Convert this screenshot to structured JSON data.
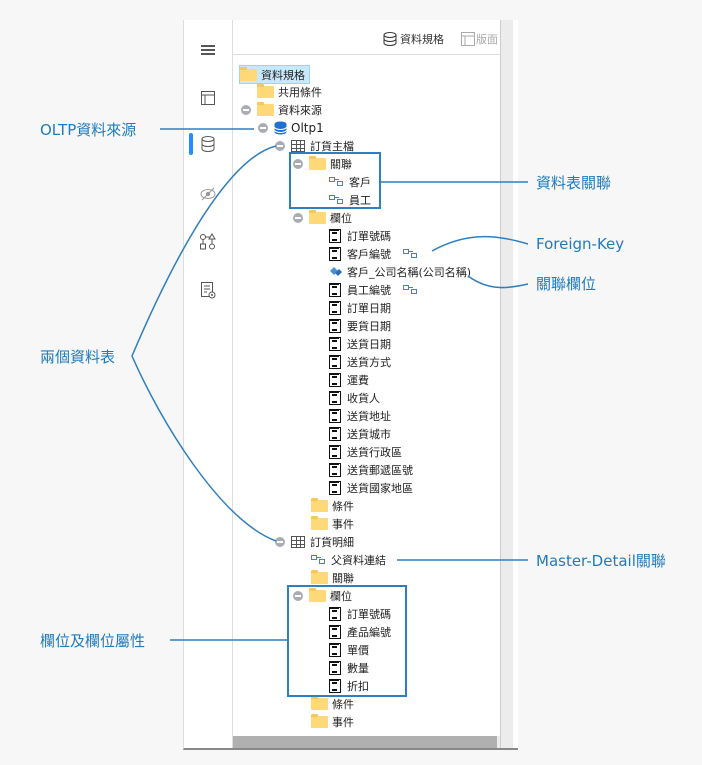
{
  "toolbar": {
    "data_spec_label": "資料規格",
    "layout_label": "版面"
  },
  "rail": {
    "items": [
      {
        "icon": "menu-icon"
      },
      {
        "icon": "layout-icon"
      },
      {
        "icon": "database-icon",
        "active": true
      },
      {
        "icon": "eye-off-icon"
      },
      {
        "icon": "flow-icon"
      },
      {
        "icon": "report-settings-icon"
      }
    ]
  },
  "tree": {
    "root": "資料規格",
    "shared_conditions": "共用條件",
    "data_sources": "資料來源",
    "connection": "Oltp1",
    "master_table": {
      "name": "訂貨主檔",
      "relations_folder": "關聯",
      "relations": [
        "客戶",
        "員工"
      ],
      "fields_folder": "欄位",
      "fields": [
        "訂單號碼",
        "客戶編號",
        "客戶_公司名稱(公司名稱)",
        "員工編號",
        "訂單日期",
        "要貨日期",
        "送貨日期",
        "送貨方式",
        "運費",
        "收貨人",
        "送貨地址",
        "送貨城市",
        "送貨行政區",
        "送貨郵遞區號",
        "送貨國家地區"
      ],
      "conditions_folder": "條件",
      "events_folder": "事件"
    },
    "detail_table": {
      "name": "訂貨明細",
      "parent_link": "父資料連結",
      "relations_folder": "關聯",
      "fields_folder": "欄位",
      "fields": [
        "訂單號碼",
        "產品編號",
        "單價",
        "數量",
        "折扣"
      ],
      "conditions_folder": "條件",
      "events_folder": "事件"
    }
  },
  "callouts": {
    "oltp_source": "OLTP資料來源",
    "table_relation": "資料表關聯",
    "foreign_key": "Foreign-Key",
    "relation_field": "關聯欄位",
    "two_tables": "兩個資料表",
    "master_detail": "Master-Detail關聯",
    "fields_and_props": "欄位及欄位屬性"
  },
  "colors": {
    "accent": "#1f7bc0",
    "selection": "#c9e8fb",
    "folder": "#ffd978"
  }
}
